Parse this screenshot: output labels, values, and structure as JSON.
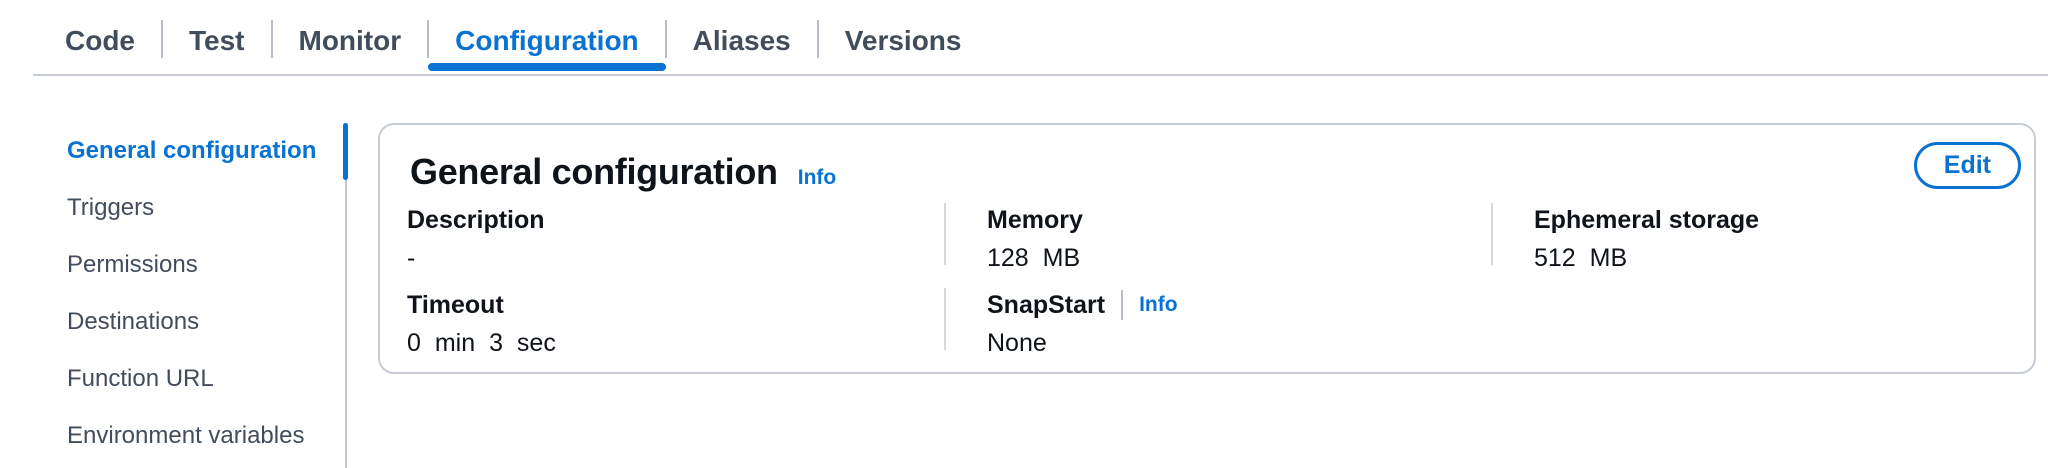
{
  "tabs": [
    {
      "label": "Code",
      "active": false
    },
    {
      "label": "Test",
      "active": false
    },
    {
      "label": "Monitor",
      "active": false
    },
    {
      "label": "Configuration",
      "active": true
    },
    {
      "label": "Aliases",
      "active": false
    },
    {
      "label": "Versions",
      "active": false
    }
  ],
  "sidebar": {
    "items": [
      {
        "label": "General configuration",
        "active": true
      },
      {
        "label": "Triggers",
        "active": false
      },
      {
        "label": "Permissions",
        "active": false
      },
      {
        "label": "Destinations",
        "active": false
      },
      {
        "label": "Function URL",
        "active": false
      },
      {
        "label": "Environment variables",
        "active": false
      }
    ]
  },
  "panel": {
    "title": "General configuration",
    "info_label": "Info",
    "edit_button_label": "Edit",
    "fields": [
      {
        "label": "Description",
        "value": "-"
      },
      {
        "label": "Memory",
        "value": "128 MB"
      },
      {
        "label": "Ephemeral storage",
        "value": "512 MB"
      },
      {
        "label": "Timeout",
        "value": "0 min 3 sec"
      },
      {
        "label": "SnapStart",
        "info_label": "Info",
        "value": "None"
      }
    ]
  },
  "colors": {
    "accent_blue": "#0972d3",
    "text_primary": "#0f141a",
    "text_secondary": "#414d5c",
    "divider_gray": "#b6bec9"
  }
}
